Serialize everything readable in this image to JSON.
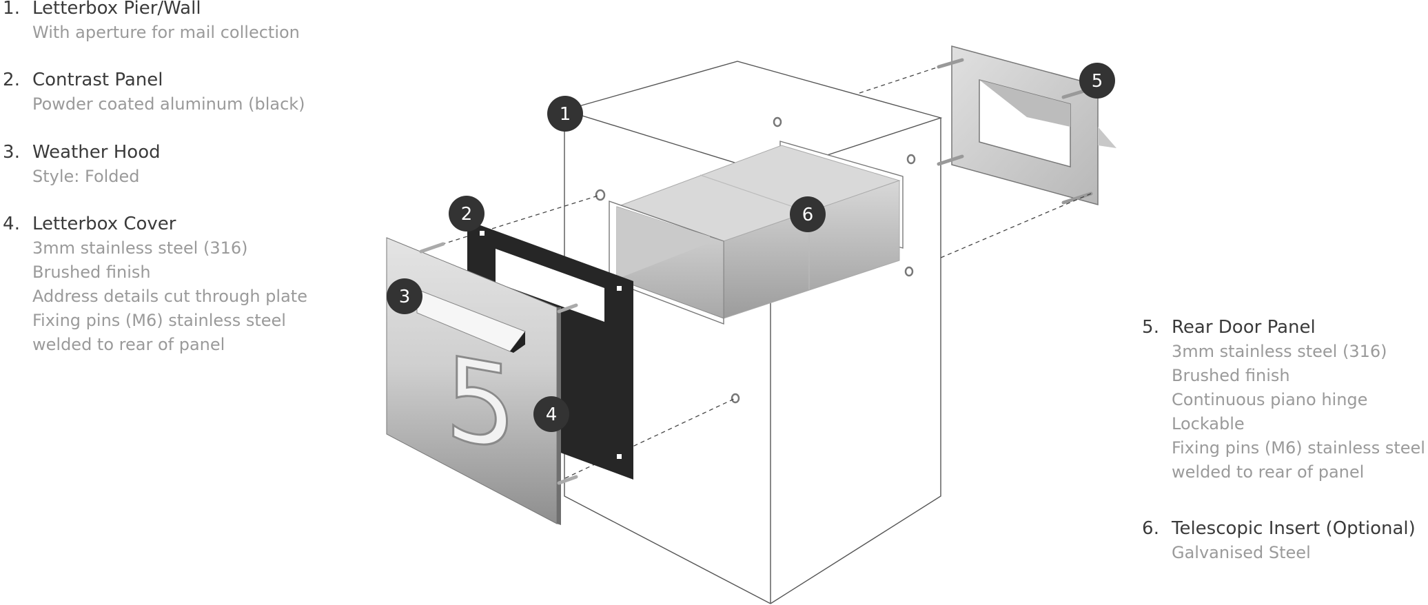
{
  "legend_left": [
    {
      "num": "1.",
      "title": "Letterbox Pier/Wall",
      "lines": [
        "With aperture for mail collection"
      ]
    },
    {
      "num": "2.",
      "title": "Contrast Panel",
      "lines": [
        "Powder coated aluminum (black)"
      ]
    },
    {
      "num": "3.",
      "title": "Weather Hood",
      "lines": [
        "Style: Folded"
      ]
    },
    {
      "num": "4.",
      "title": "Letterbox Cover",
      "lines": [
        "3mm stainless steel (316)",
        "Brushed finish",
        "Address details cut through plate",
        "Fixing pins (M6) stainless steel",
        "welded to rear of panel"
      ]
    }
  ],
  "legend_right": [
    {
      "num": "5.",
      "title": "Rear Door Panel",
      "lines": [
        "3mm stainless steel (316)",
        "Brushed finish",
        "Continuous piano hinge",
        "Lockable",
        "Fixing pins (M6) stainless steel",
        "welded to rear of panel"
      ]
    },
    {
      "num": "6.",
      "title": "Telescopic Insert (Optional)",
      "lines": [
        "Galvanised Steel"
      ]
    }
  ],
  "callouts": [
    "1",
    "2",
    "3",
    "4",
    "5",
    "6"
  ],
  "cover_number": "5",
  "colors": {
    "title": "#3a3a3a",
    "subtitle": "#9a9a9a",
    "callout_fill": "#333333",
    "contrast_panel": "#262626",
    "outline": "#555555"
  }
}
